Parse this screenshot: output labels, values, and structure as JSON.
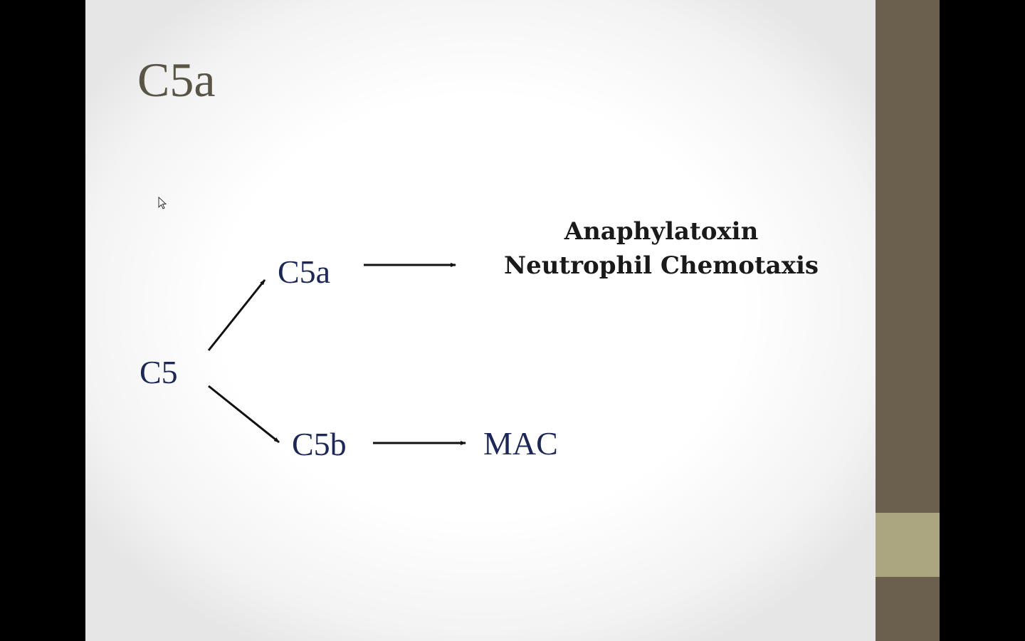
{
  "slide": {
    "title": "C5a",
    "nodes": {
      "c5": "C5",
      "c5a": "C5a",
      "c5b": "C5b",
      "mac": "MAC"
    },
    "effects": {
      "line1": "Anaphylatoxin",
      "line2": "Neutrophil Chemotaxis"
    }
  },
  "colors": {
    "title": "#5a5447",
    "node_text": "#1c2756",
    "sidebar": "#6b604e",
    "sidebar_accent": "#aba67f"
  }
}
